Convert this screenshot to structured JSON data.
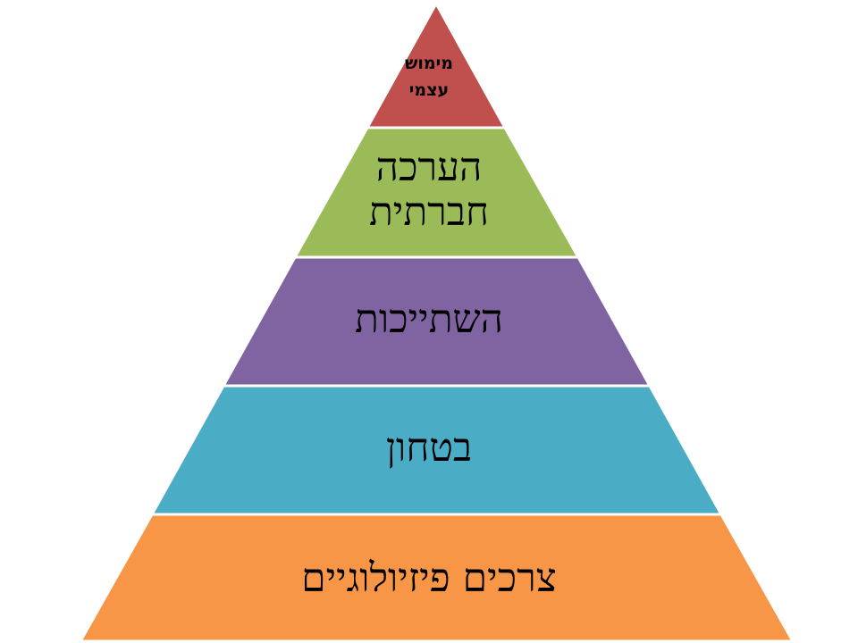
{
  "pyramid": {
    "levels": [
      {
        "id": "self-actualization",
        "lines": [
          "מימוש",
          "עצמי"
        ],
        "color": "#c0504d"
      },
      {
        "id": "esteem",
        "lines": [
          "הערכה",
          "חברתית"
        ],
        "color": "#9bbb59"
      },
      {
        "id": "belonging",
        "lines": [
          "השתייכות"
        ],
        "color": "#8064a2"
      },
      {
        "id": "safety",
        "lines": [
          "בטחון"
        ],
        "color": "#4bacc6"
      },
      {
        "id": "physiological",
        "lines": [
          "צרכים פיזיולוגיים"
        ],
        "color": "#f79646"
      }
    ]
  }
}
